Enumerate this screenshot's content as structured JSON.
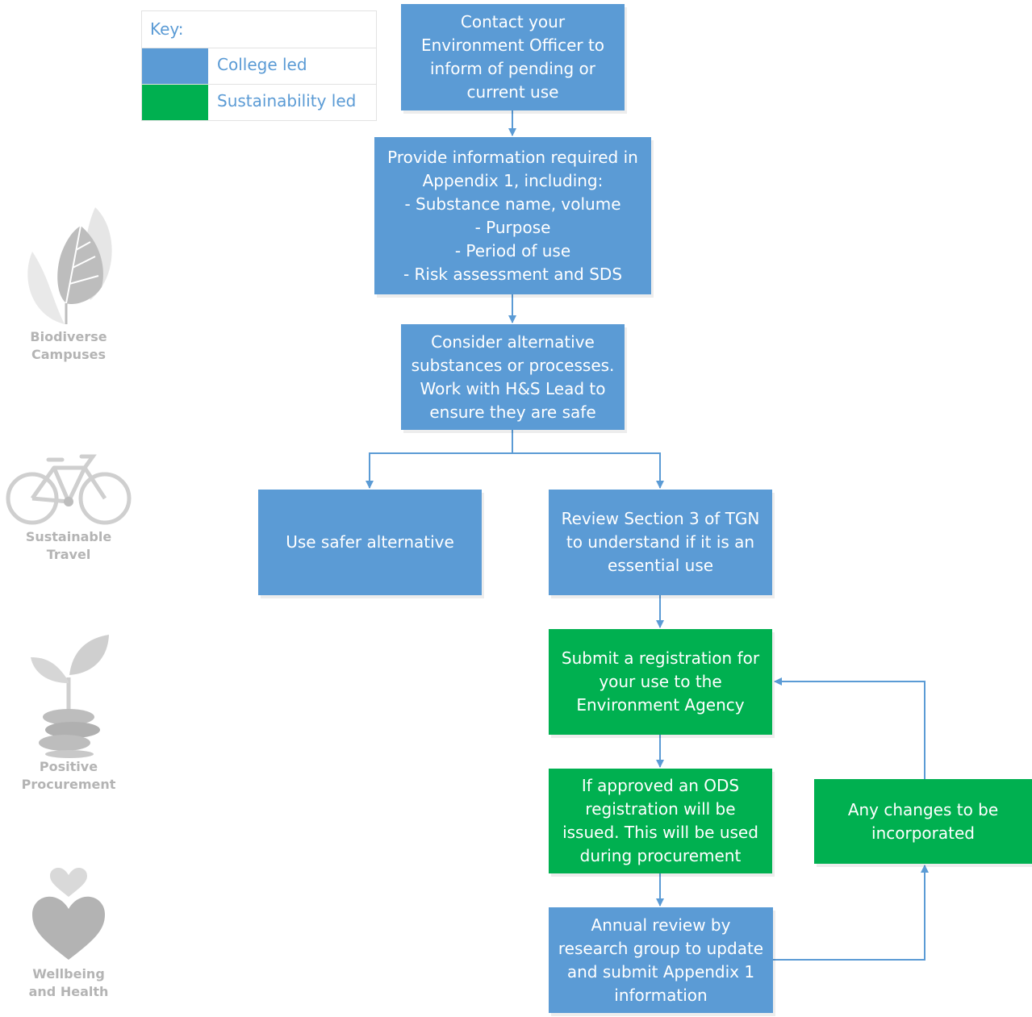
{
  "key": {
    "title": "Key:",
    "college_label": "College led",
    "sustainability_label": "Sustainability led",
    "college_color": "#5b9bd5",
    "sustainability_color": "#00b050"
  },
  "side_icons": [
    {
      "icon": "leaf-icon",
      "label": "Biodiverse\nCampuses"
    },
    {
      "icon": "bicycle-icon",
      "label": "Sustainable\nTravel"
    },
    {
      "icon": "sprout-coins-icon",
      "label": "Positive\nProcurement"
    },
    {
      "icon": "hearts-icon",
      "label": "Wellbeing\nand Health"
    }
  ],
  "flow": {
    "contact": "Contact your\nEnvironment Officer to\ninform of pending or\ncurrent use",
    "provide": "Provide information required in\nAppendix 1, including:\n- Substance name, volume\n- Purpose\n- Period of use\n- Risk assessment and SDS",
    "consider": "Consider alternative\nsubstances or processes.\nWork with H&S Lead to\nensure they are safe",
    "safer": "Use safer alternative",
    "review": "Review Section 3 of TGN\nto understand if it is an\nessential use",
    "submit": "Submit a registration for\nyour use to the\nEnvironment Agency",
    "approved": "If approved an ODS\nregistration will be\nissued. This will be used\nduring procurement",
    "annual": "Annual review by\nresearch group to update\nand submit Appendix 1\ninformation",
    "changes": "Any changes to be\nincorporated"
  }
}
